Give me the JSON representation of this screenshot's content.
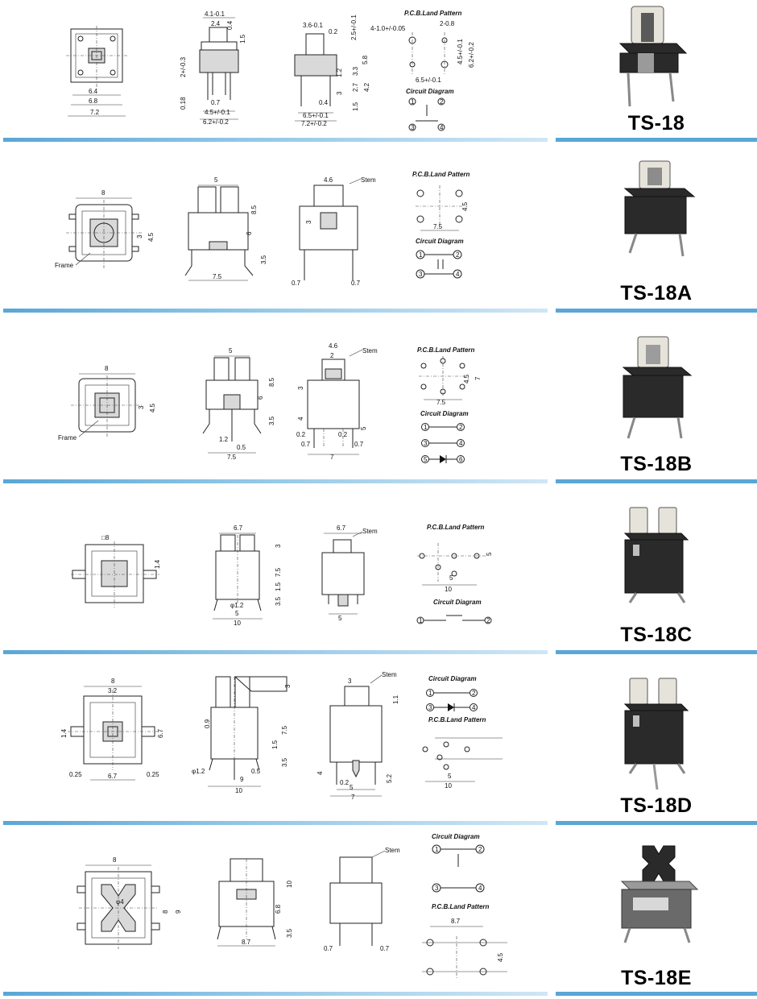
{
  "colors": {
    "divider": "#5aa6d6",
    "housing": "#2a2a2a",
    "cap": "#e6e3da"
  },
  "labels": {
    "pcb": "P.C.B.Land Pattern",
    "circuit": "Circuit Diagram",
    "frame": "Frame",
    "stem": "Stem"
  },
  "rows": [
    {
      "model": "TS-18",
      "dims": {
        "a": "6.4",
        "b": "6.8",
        "c": "7.2",
        "d": "4.1-0.1",
        "e": "2.4",
        "f": "0.4",
        "g": "1.5",
        "h": "2+/-0.3",
        "i": "0.18",
        "j": "0.7",
        "k": "4.5+/-0.1",
        "l": "6.2+/-0.2",
        "m": "3.6-0.1",
        "n": "0.2",
        "o": "2.5+/-0.1",
        "p": "5.8",
        "q": "3.3",
        "r": "1.2",
        "s": "2.7",
        "t": "3",
        "u": "4.2",
        "v": "0.4",
        "w": "1.5",
        "x": "6.5+/-0.1",
        "y": "7.2+/-0.2",
        "pa": "4-1.0+/-0.05",
        "pb": "2-0.8",
        "pc": "4.5+/-0.1",
        "pd": "6.2+/-0.2",
        "pe": "6.5+/-0.1"
      },
      "pins": [
        "1",
        "2",
        "3",
        "4"
      ]
    },
    {
      "model": "TS-18A",
      "dims": {
        "a": "8",
        "b": "3",
        "c": "4.5",
        "d": "5",
        "e": "8.5",
        "f": "6",
        "g": "3.5",
        "h": "7.5",
        "i": "4.6",
        "j": "3",
        "k": "0.7",
        "l": "0.7",
        "pa": "4.5",
        "pb": "7.5"
      },
      "pins": [
        "1",
        "2",
        "3",
        "4"
      ]
    },
    {
      "model": "TS-18B",
      "dims": {
        "a": "8",
        "b": "3",
        "c": "4.5",
        "d": "5",
        "e": "8.5",
        "f": "6",
        "g": "3.5",
        "h": "1.2",
        "i": "0.5",
        "j": "7.5",
        "k": "4.6",
        "l": "2",
        "m": "3",
        "n": "4",
        "o": "5",
        "p": "0.2",
        "q": "0.2",
        "r": "0.7",
        "s": "0.7",
        "t": "7",
        "pa": "4.5",
        "pb": "7",
        "pc": "7.5"
      },
      "pins": [
        "1",
        "2",
        "3",
        "4",
        "5",
        "6"
      ]
    },
    {
      "model": "TS-18C",
      "dims": {
        "a": "□8",
        "b": "1.4",
        "c": "6.7",
        "d": "3",
        "e": "7.5",
        "f": "1.5",
        "g": "3.5",
        "h": "φ1.2",
        "i": "5",
        "j": "10",
        "k": "6.7",
        "l": "5",
        "pa": "5",
        "pb": "5",
        "pc": "10"
      },
      "pins": [
        "1",
        "2"
      ]
    },
    {
      "model": "TS-18D",
      "dims": {
        "a": "8",
        "b": "3.2",
        "c": "1.4",
        "d": "6.7",
        "e": "0.25",
        "f": "6.7",
        "g": "0.25",
        "h": "3",
        "i": "0.9",
        "j": "7.5",
        "k": "1.5",
        "l": "3.5",
        "m": "φ1.2",
        "n": "0.5",
        "o": "9",
        "p": "10",
        "q": "3",
        "r": "1.1",
        "s": "4",
        "t": "0.2",
        "u": "5.2",
        "v": "5",
        "w": "7",
        "pa": "5",
        "pb": "10"
      },
      "pins": [
        "1",
        "2",
        "3",
        "4"
      ]
    },
    {
      "model": "TS-18E",
      "dims": {
        "a": "8",
        "b": "φ4",
        "c": "8",
        "d": "9",
        "e": "10",
        "f": "6.8",
        "g": "3.5",
        "h": "8.7",
        "i": "0.7",
        "j": "0.7",
        "pa": "8.7",
        "pb": "4.5"
      },
      "pins": [
        "1",
        "2",
        "3",
        "4"
      ]
    }
  ]
}
